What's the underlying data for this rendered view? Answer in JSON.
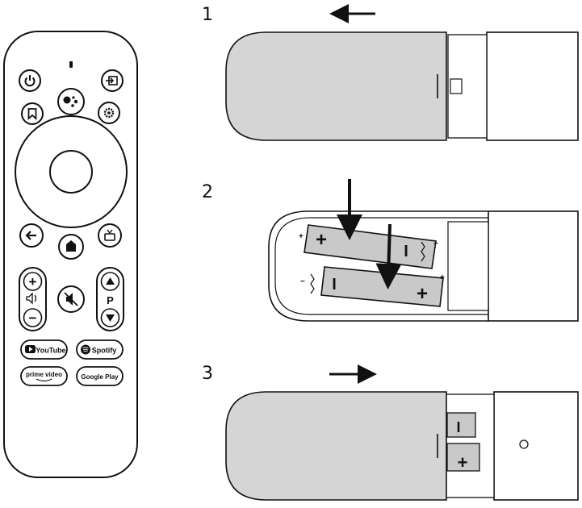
{
  "steps": [
    {
      "number": "1",
      "direction": "left"
    },
    {
      "number": "2",
      "direction": "down"
    },
    {
      "number": "3",
      "direction": "right"
    }
  ],
  "remote": {
    "icons": [
      "power-icon",
      "input-icon",
      "google-assistant-icon",
      "bookmark-icon",
      "settings-icon",
      "back-icon",
      "home-icon",
      "tv-icon",
      "mute-icon"
    ],
    "volume": {
      "plus": "+",
      "minus": "−"
    },
    "program": {
      "label": "P"
    },
    "apps": {
      "youtube": "YouTube",
      "spotify": "Spotify",
      "prime": "prime video",
      "google_play": "Google Play"
    }
  },
  "battery_marks": {
    "plus": "+",
    "minus": "−",
    "bar": "I"
  },
  "colors": {
    "line": "#111111",
    "cover": "#d5d5d5",
    "battery": "#c9c9c9",
    "background": "#ffffff"
  }
}
